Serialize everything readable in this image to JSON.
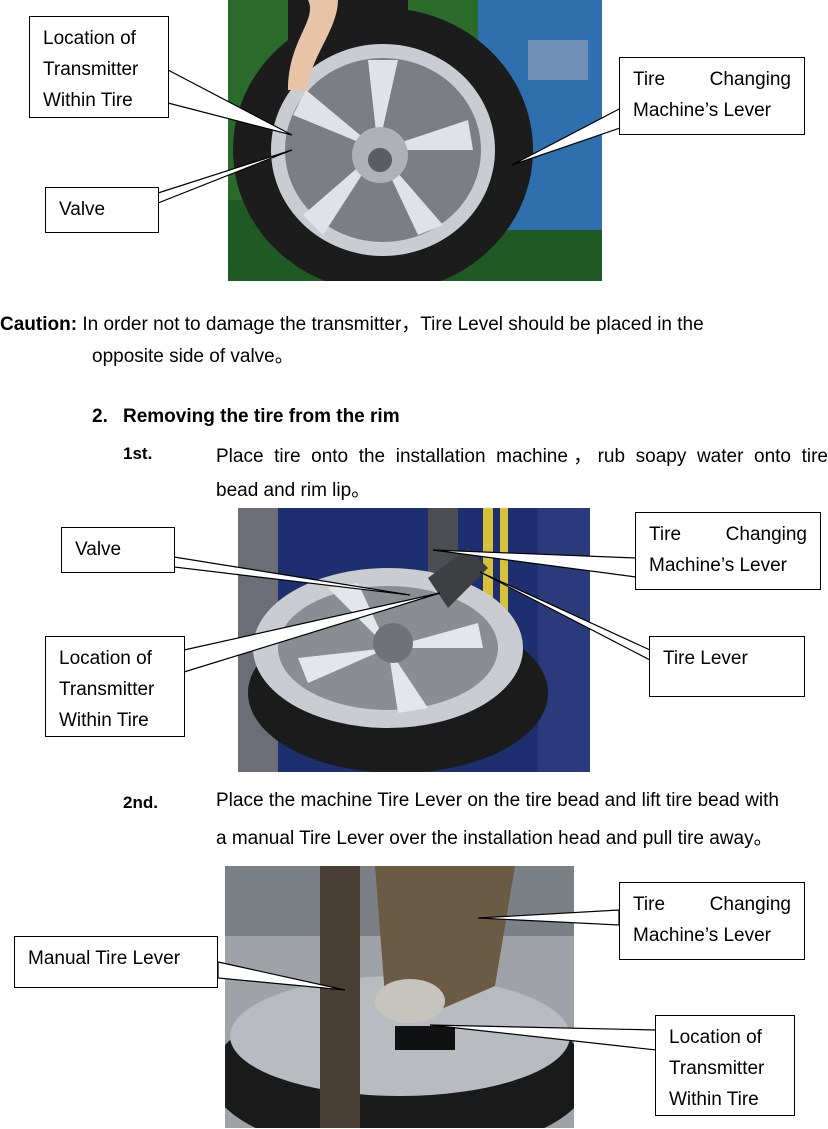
{
  "photos": {
    "wheel_top": {
      "alt": "Wheel on tire changer"
    },
    "wheel_machine": {
      "alt": "Tire on installation machine"
    },
    "lever_closeup": {
      "alt": "Manual tire lever close-up"
    }
  },
  "callouts": {
    "top_transmitter": [
      "Location of",
      "Transmitter",
      "Within Tire"
    ],
    "top_valve": "Valve",
    "top_machine_lever": [
      "Tire Changing",
      "Machine’s Lever"
    ],
    "mid_valve": "Valve",
    "mid_transmitter": [
      "Location of",
      "Transmitter",
      "Within Tire"
    ],
    "mid_machine_lever": [
      "Tire Changing",
      "Machine’s Lever"
    ],
    "mid_tire_lever": "Tire Lever",
    "bot_manual_lever": "Manual Tire Lever",
    "bot_machine_lever": [
      "Tire Changing",
      "Machine’s Lever"
    ],
    "bot_transmitter": [
      "Location of",
      "Transmitter",
      "Within Tire"
    ]
  },
  "caution": {
    "label": "Caution:",
    "line1": " In order not to damage the transmitter，Tire Level should be placed in the",
    "line2": "opposite side of valve。"
  },
  "section": {
    "number": "2.",
    "title": "Removing the tire from the rim"
  },
  "steps": [
    {
      "label": "1st.",
      "line1": "Place tire onto the installation machine，rub soapy water onto tire",
      "line2": "bead and rim lip。"
    },
    {
      "label": "2nd.",
      "line1": "Place the machine Tire Lever on the tire bead and lift tire bead with",
      "line2": "a manual Tire Lever over the installation head and pull tire away。"
    }
  ],
  "colors": {
    "machine_blue": "#2f6fae",
    "rim_silver": "#c9ccd0",
    "tire_black": "#1c1c1c"
  }
}
